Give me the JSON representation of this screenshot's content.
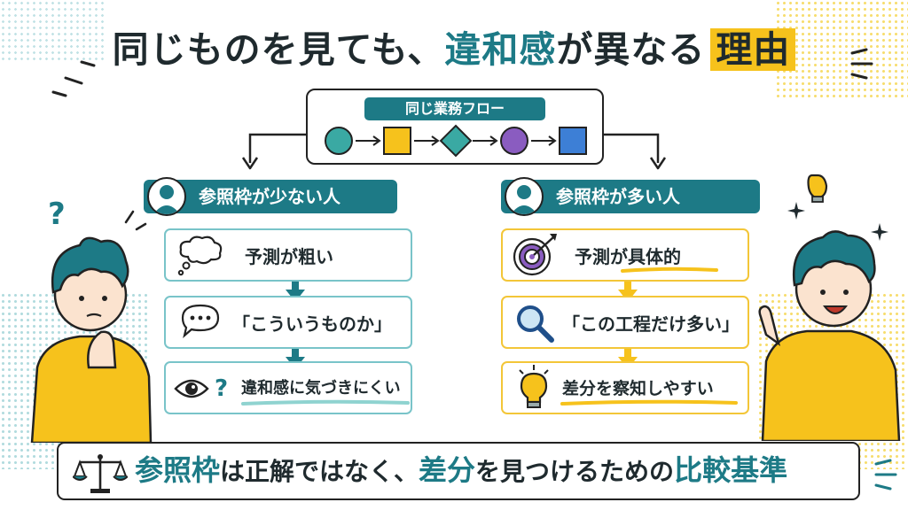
{
  "title": {
    "part1": "同じものを見ても、",
    "part2": "違和感",
    "part3": "が異なる",
    "part4": "理由"
  },
  "flow": {
    "label": "同じ業務フロー",
    "shapes": [
      {
        "shape": "circle",
        "color": "#3aa9a3"
      },
      {
        "shape": "square",
        "color": "#f6c21c"
      },
      {
        "shape": "diamond",
        "color": "#3aa9a3"
      },
      {
        "shape": "circle",
        "color": "#8a5cc0"
      },
      {
        "shape": "square",
        "color": "#3d7fd6"
      }
    ]
  },
  "left": {
    "header": "参照枠が少ない人",
    "steps": [
      {
        "icon": "thought-cloud-icon",
        "text": "予測が粗い"
      },
      {
        "icon": "speech-bubble-icon",
        "text": "「こういうものか」"
      },
      {
        "icon": "eye-question-icon",
        "text": "違和感に気づきにくい"
      }
    ]
  },
  "right": {
    "header": "参照枠が多い人",
    "steps": [
      {
        "icon": "target-icon",
        "text": "予測が具体的"
      },
      {
        "icon": "magnifier-icon",
        "text": "「この工程だけ多い」"
      },
      {
        "icon": "lightbulb-icon",
        "text": "差分を察知しやすい"
      }
    ]
  },
  "bottom": {
    "part1": "参照枠",
    "part2": "は正解ではなく、",
    "part3": "差分",
    "part4": "を見つけるための",
    "part5": "比較基準"
  },
  "colors": {
    "teal": "#1d7a86",
    "yellow": "#f6c21c",
    "light_teal": "#79c4c9"
  }
}
